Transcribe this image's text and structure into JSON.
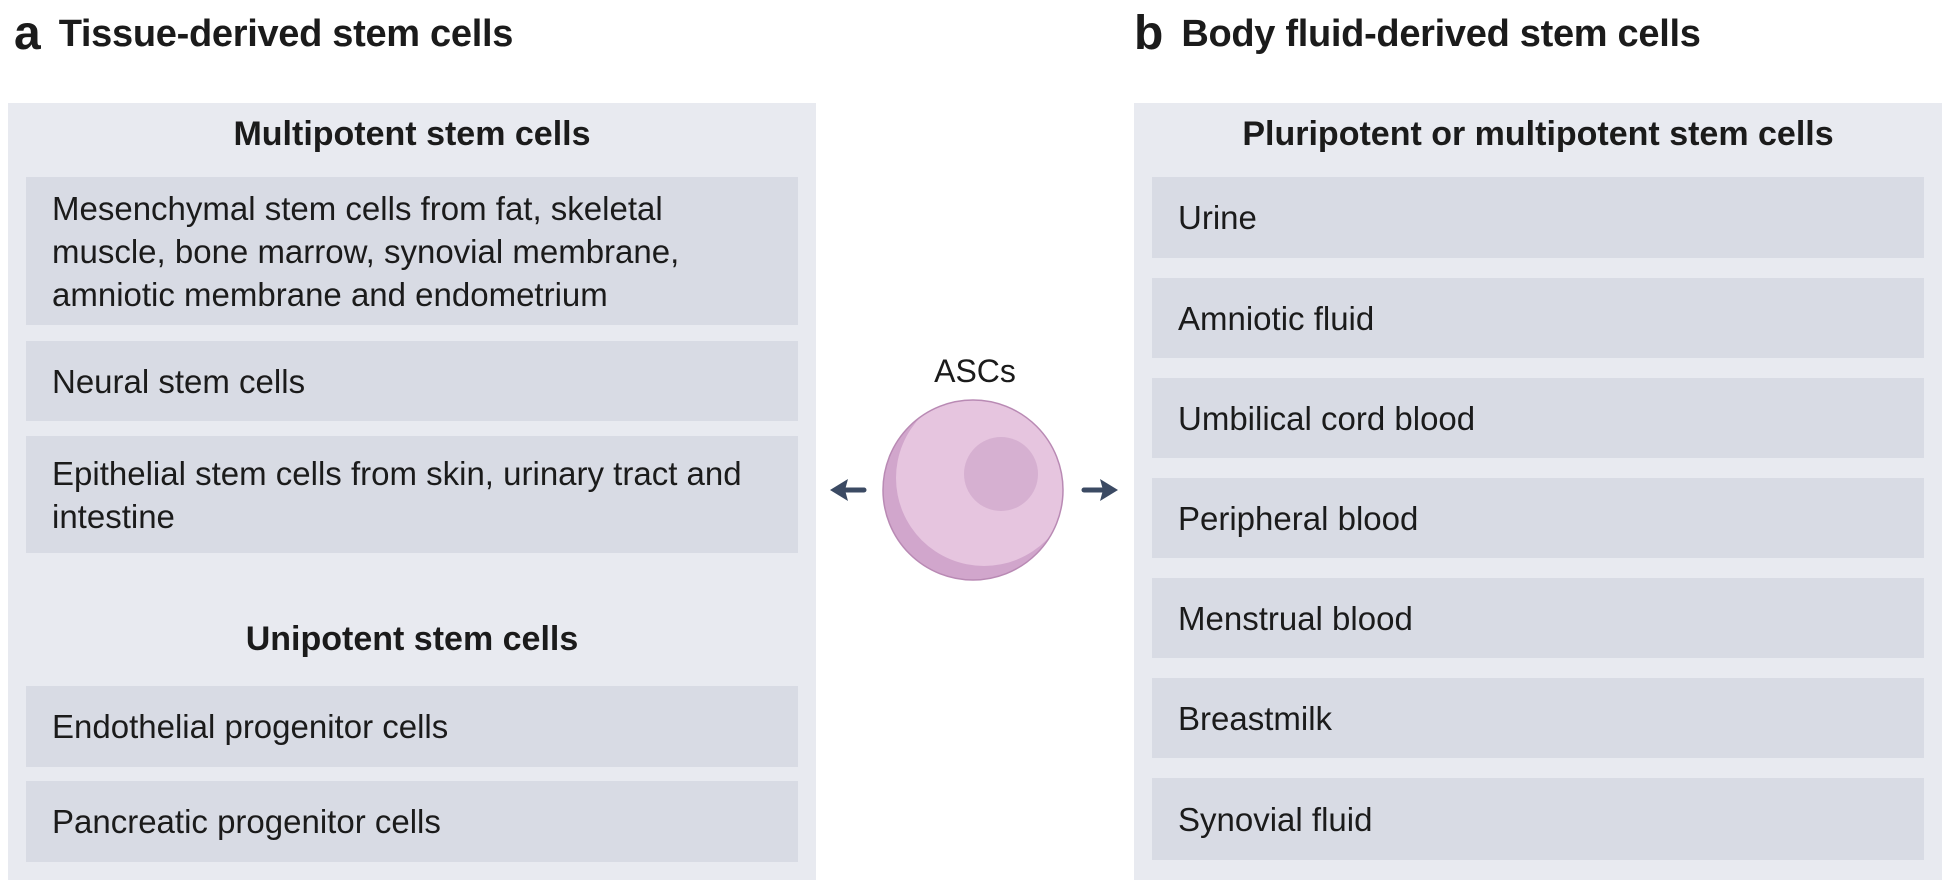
{
  "panel_a": {
    "letter": "a",
    "title": "Tissue-derived stem cells",
    "groups": [
      {
        "title": "Multipotent stem cells",
        "items": [
          "Mesenchymal stem cells from fat, skeletal muscle, bone marrow, synovial membrane, amniotic membrane and endometrium",
          "Neural stem cells",
          "Epithelial stem cells from skin, urinary tract and intestine"
        ]
      },
      {
        "title": "Unipotent stem cells",
        "items": [
          "Endothelial progenitor cells",
          "Pancreatic progenitor cells"
        ]
      }
    ]
  },
  "panel_b": {
    "letter": "b",
    "title": "Body fluid-derived stem cells",
    "groups": [
      {
        "title": "Pluripotent or multipotent stem cells",
        "items": [
          "Urine",
          "Amniotic fluid",
          "Umbilical cord blood",
          "Peripheral blood",
          "Menstrual blood",
          "Breastmilk",
          "Synovial fluid"
        ]
      }
    ]
  },
  "center": {
    "label": "ASCs",
    "cell_colors": {
      "body": "#e6c5df",
      "rim": "#d1a6cc",
      "outline": "#b98ab4",
      "nucleus": "#d6b0d1"
    },
    "arrow_color": "#3b4a63"
  },
  "colors": {
    "panel_bg": "#e8eaf0",
    "box_bg": "#d8dbe4",
    "text": "#1b1b1b"
  }
}
